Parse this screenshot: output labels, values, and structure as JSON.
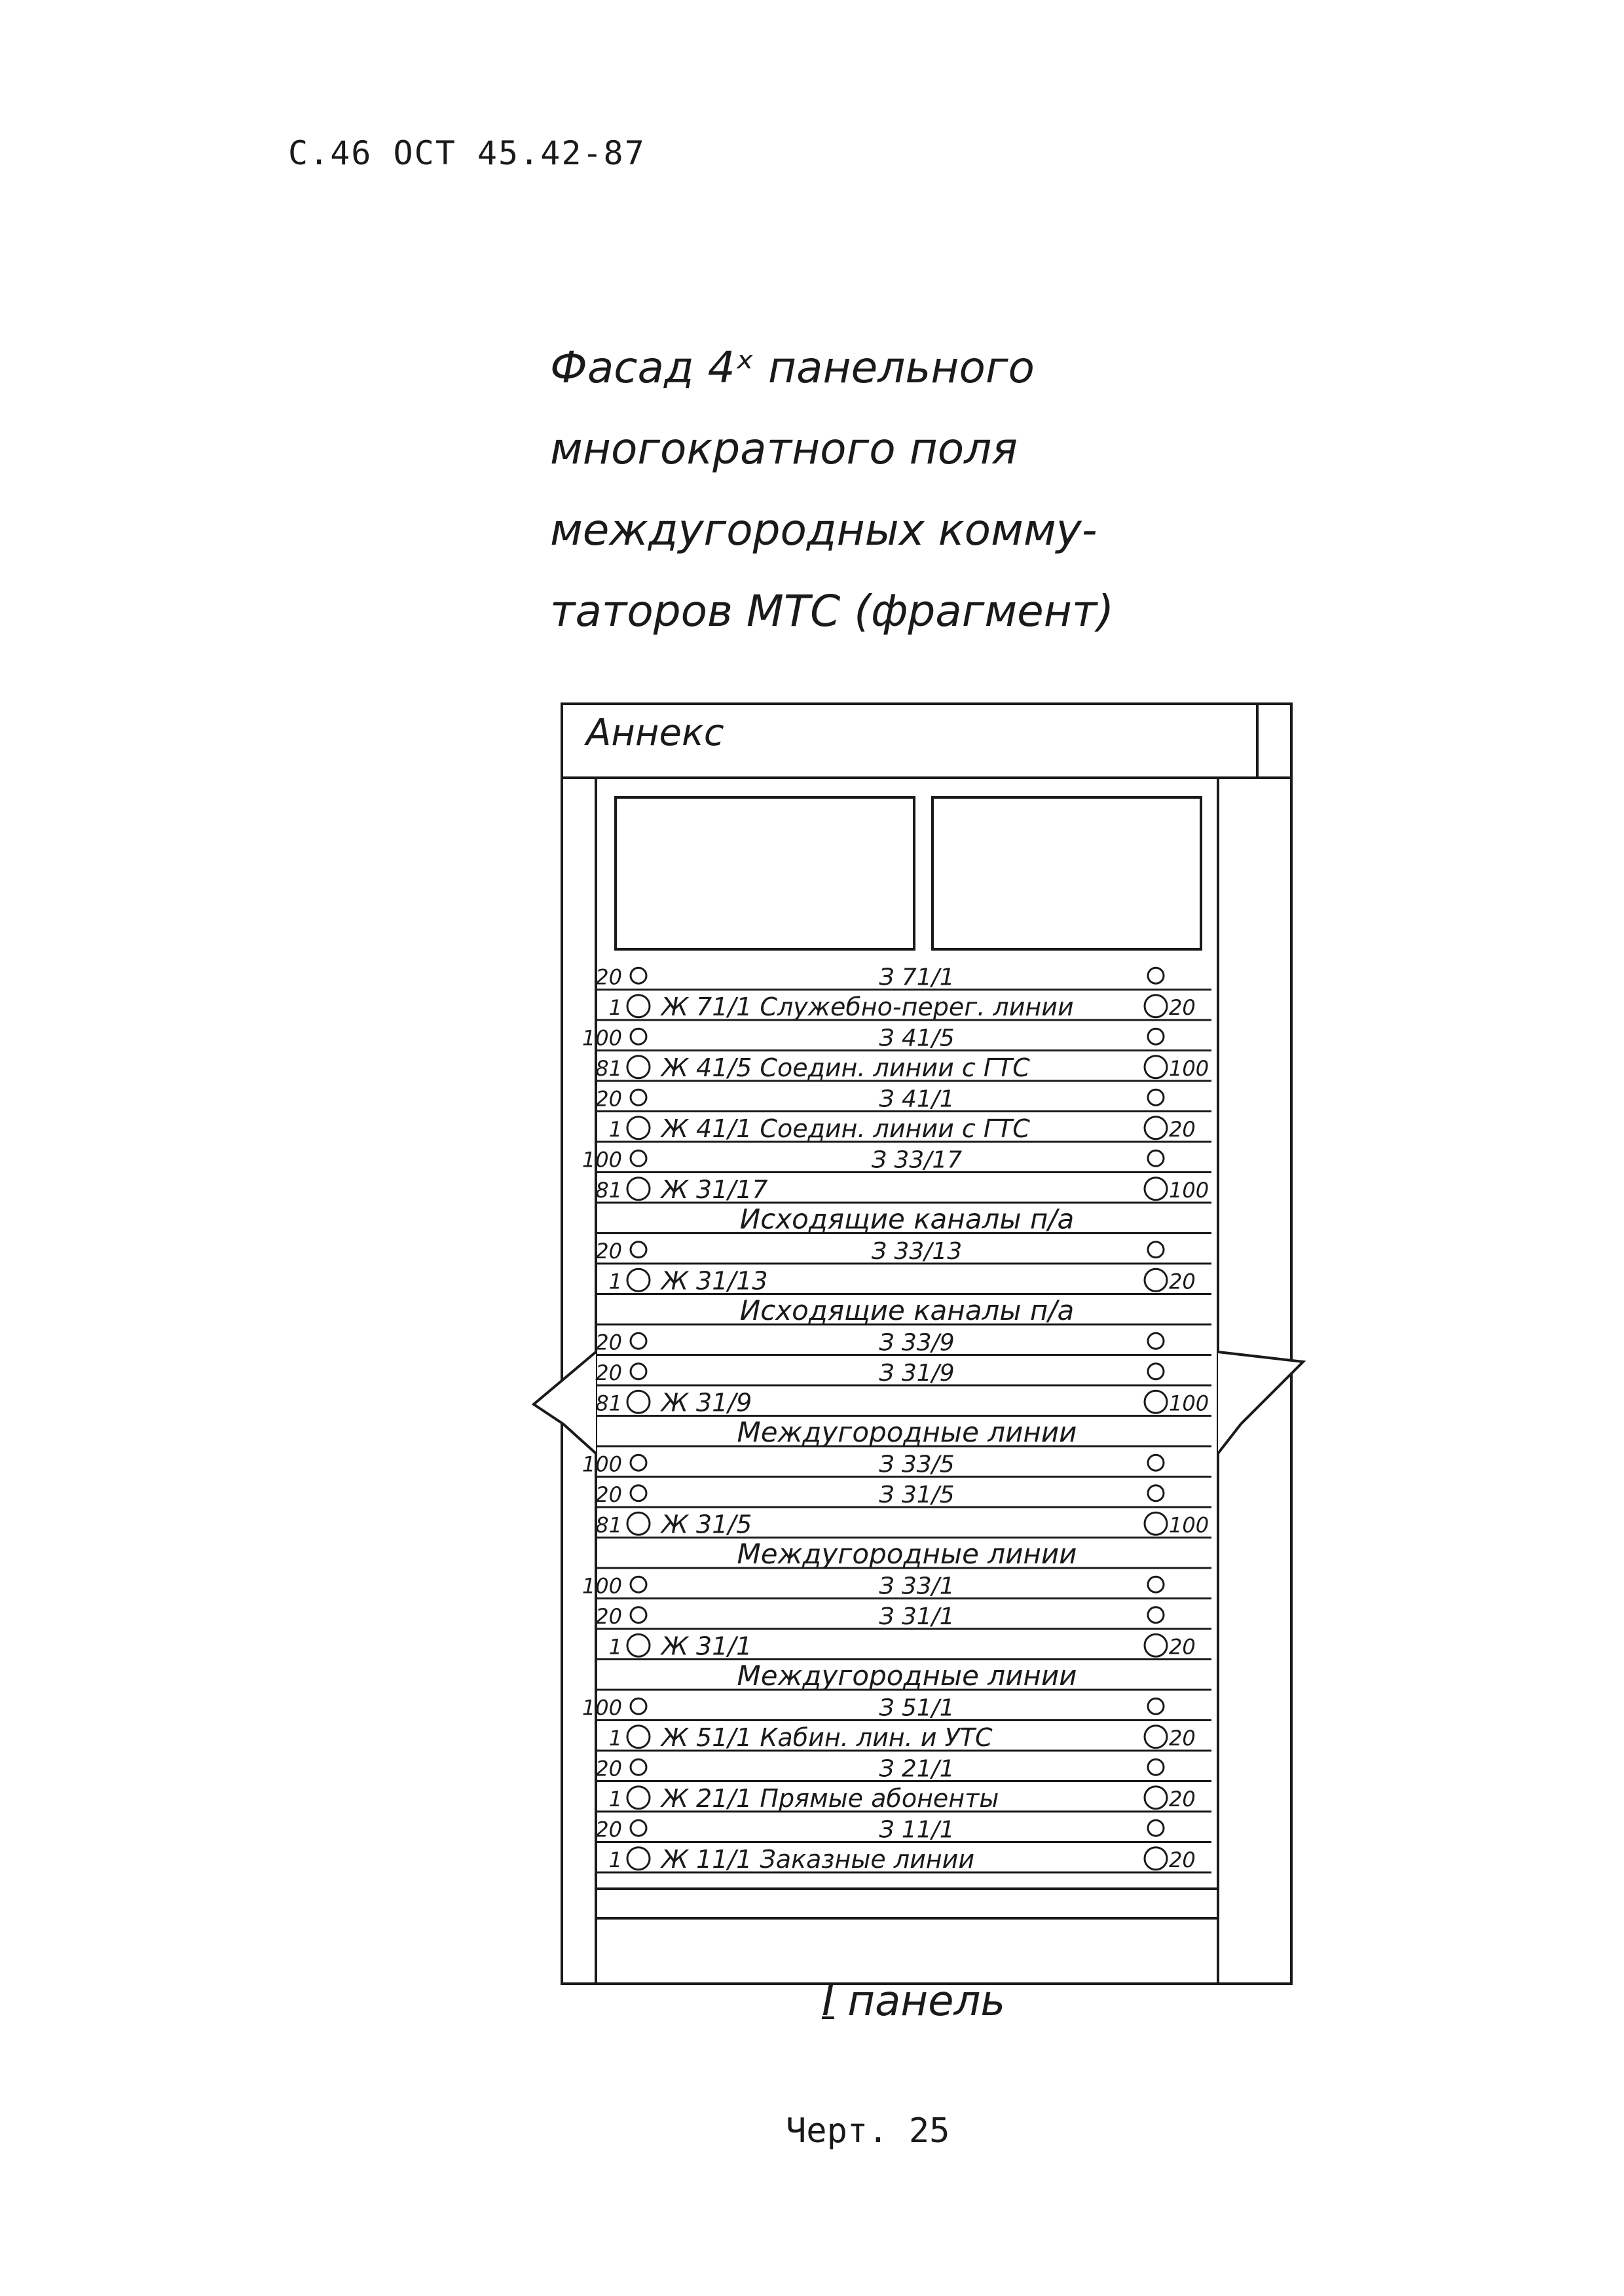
{
  "header": {
    "text": "С.46 ОСТ 45.42-87"
  },
  "caption": {
    "lines": [
      "Фасад 4ˣ панельного",
      "многократного поля",
      "междугородных комму-",
      "таторов МТС (фрагмент)"
    ]
  },
  "diagram": {
    "annex_label": "Аннекс",
    "rows": [
      {
        "left": "20",
        "center": "З 71/1",
        "right": "",
        "style": "small"
      },
      {
        "left": "1",
        "center": "Ж 71/1 Служебно-перег. линии",
        "right": "20",
        "style": "big"
      },
      {
        "left": "100",
        "center": "З 41/5",
        "right": "",
        "style": "small"
      },
      {
        "left": "81",
        "center": "Ж 41/5 Соедин. линии с ГТС",
        "right": "100",
        "style": "big"
      },
      {
        "left": "20",
        "center": "З 41/1",
        "right": "",
        "style": "small"
      },
      {
        "left": "1",
        "center": "Ж 41/1 Соедин. линии с ГТС",
        "right": "20",
        "style": "big"
      },
      {
        "left": "100",
        "center": "З 33/17",
        "right": "",
        "style": "small"
      },
      {
        "left": "81",
        "center": "Ж 31/17",
        "right": "100",
        "style": "big"
      },
      {
        "left": "",
        "center": "Исходящие каналы п/а",
        "right": "",
        "style": "heading"
      },
      {
        "left": "20",
        "center": "З 33/13",
        "right": "",
        "style": "small"
      },
      {
        "left": "1",
        "center": "Ж 31/13",
        "right": "20",
        "style": "big"
      },
      {
        "left": "",
        "center": "Исходящие каналы п/а",
        "right": "",
        "style": "heading"
      },
      {
        "left": "20",
        "center": "З 33/9",
        "right": "",
        "style": "small"
      },
      {
        "left": "20",
        "center": "З 31/9",
        "right": "",
        "style": "small"
      },
      {
        "left": "81",
        "center": "Ж 31/9",
        "right": "100",
        "style": "big"
      },
      {
        "left": "",
        "center": "Междугородные линии",
        "right": "",
        "style": "heading"
      },
      {
        "left": "100",
        "center": "З 33/5",
        "right": "",
        "style": "small"
      },
      {
        "left": "20",
        "center": "З 31/5",
        "right": "",
        "style": "small"
      },
      {
        "left": "81",
        "center": "Ж 31/5",
        "right": "100",
        "style": "big"
      },
      {
        "left": "",
        "center": "Междугородные линии",
        "right": "",
        "style": "heading"
      },
      {
        "left": "100",
        "center": "З 33/1",
        "right": "",
        "style": "small"
      },
      {
        "left": "20",
        "center": "З 31/1",
        "right": "",
        "style": "small"
      },
      {
        "left": "1",
        "center": "Ж 31/1",
        "right": "20",
        "style": "big"
      },
      {
        "left": "",
        "center": "Междугородные линии",
        "right": "",
        "style": "heading"
      },
      {
        "left": "100",
        "center": "З 51/1",
        "right": "",
        "style": "small"
      },
      {
        "left": "1",
        "center": "Ж 51/1 Кабин. лин. и УТС",
        "right": "20",
        "style": "big"
      },
      {
        "left": "20",
        "center": "З 21/1",
        "right": "",
        "style": "small"
      },
      {
        "left": "1",
        "center": "Ж 21/1 Прямые абоненты",
        "right": "20",
        "style": "big"
      },
      {
        "left": "20",
        "center": "З 11/1",
        "right": "",
        "style": "small"
      },
      {
        "left": "1",
        "center": "Ж 11/1 Заказные линии",
        "right": "20",
        "style": "big"
      }
    ]
  },
  "panel_label": {
    "number": "I",
    "text": "панель"
  },
  "figure": {
    "label": "Черт. 25"
  }
}
